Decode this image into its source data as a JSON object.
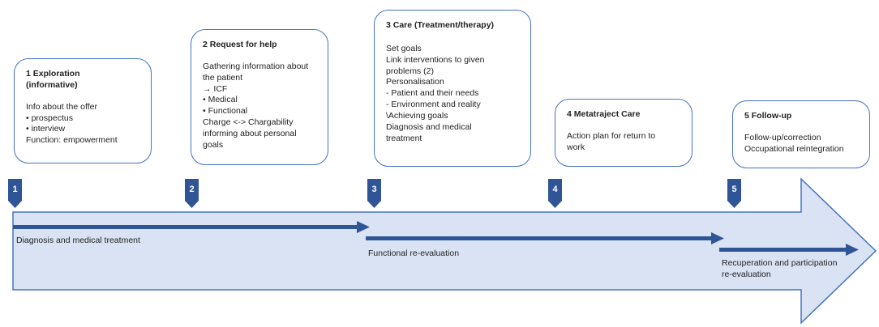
{
  "steps": [
    {
      "title": "1 Exploration",
      "subtitle": "(informative)",
      "lines": [
        "Info about the offer",
        "• prospectus",
        "• interview",
        "Function: empowerment"
      ]
    },
    {
      "title": "2 Request for help",
      "lines": [
        "Gathering information about",
        "the patient",
        "→ ICF",
        "• Medical",
        "• Functional",
        "Charge <-> Chargability",
        "informing about personal",
        "goals"
      ]
    },
    {
      "title": "3 Care (Treatment/therapy)",
      "lines": [
        "Set goals",
        "Link interventions to given",
        "problems (2)",
        "Personalisation",
        "- Patient and their needs",
        "- Environment and reality",
        "\\Achieving goals",
        "Diagnosis and medical",
        "treatment"
      ]
    },
    {
      "title": "4 Metatraject Care",
      "lines": [
        "Action plan for return to",
        "work"
      ]
    },
    {
      "title": "5 Follow-up",
      "lines": [
        "Follow-up/correction",
        "Occupational reintegration"
      ]
    }
  ],
  "markers": [
    "1",
    "2",
    "3",
    "4",
    "5"
  ],
  "phases": [
    {
      "label": "Diagnosis and medical treatment"
    },
    {
      "label": "Functional re-evaluation"
    },
    {
      "label": "Recuperation and participation",
      "label2": "re-evaluation"
    }
  ],
  "colors": {
    "big_arrow_fill": "#dae3f3",
    "accent": "#4472c4",
    "marker_fill": "#2f5597",
    "phase_arrow": "#2f5597"
  }
}
